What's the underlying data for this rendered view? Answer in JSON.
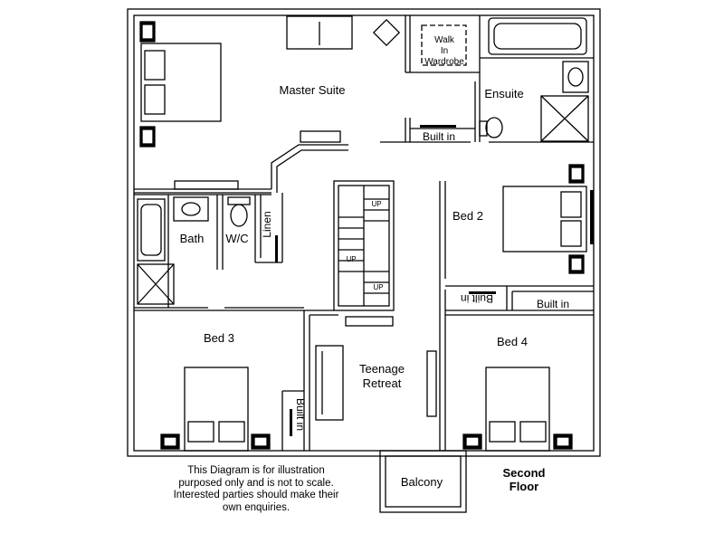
{
  "rooms": {
    "master_suite": "Master Suite",
    "walk_in_wardrobe": [
      "Walk",
      "In",
      "Wardrobe"
    ],
    "ensuite": "Ensuite",
    "built_in_master": "Built in",
    "bed2": "Bed 2",
    "built_in_bed2_a": "Built in",
    "built_in_bed2_b": "Built in",
    "bath": "Bath",
    "wc": "W/C",
    "linen": "Linen",
    "bed3": "Bed 3",
    "built_in_bed3": "Built in",
    "teenage_retreat": [
      "Teenage",
      "Retreat"
    ],
    "bed4": "Bed 4",
    "balcony": "Balcony"
  },
  "stairs": {
    "up_labels": [
      "UP",
      "UP",
      "UP"
    ]
  },
  "disclaimer": "This Diagram is for illustration purposed only and is not to scale. Interested parties should make their own enquiries.",
  "floor_label": [
    "Second",
    "Floor"
  ]
}
